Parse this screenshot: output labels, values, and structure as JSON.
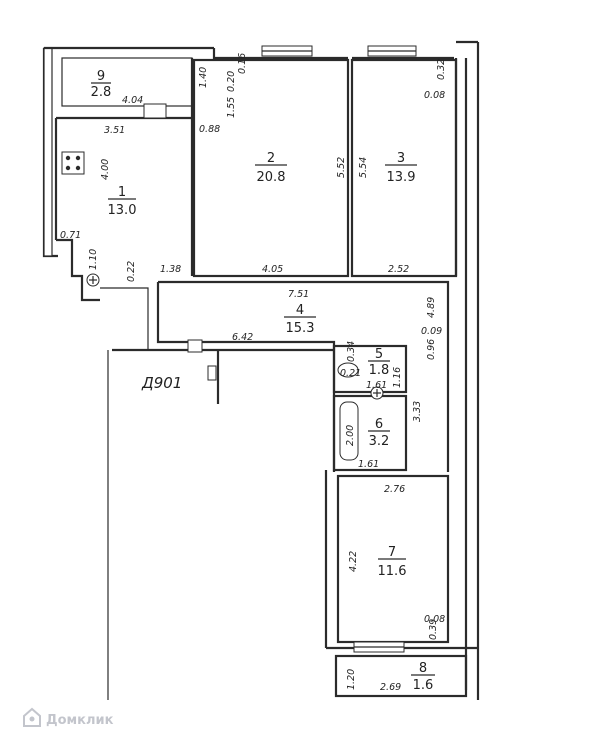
{
  "rooms": [
    {
      "number": "1",
      "area": "13.0"
    },
    {
      "number": "2",
      "area": "20.8"
    },
    {
      "number": "3",
      "area": "13.9"
    },
    {
      "number": "4",
      "area": "15.3"
    },
    {
      "number": "5",
      "area": "1.8"
    },
    {
      "number": "6",
      "area": "3.2"
    },
    {
      "number": "7",
      "area": "11.6"
    },
    {
      "number": "8",
      "area": "1.6"
    },
    {
      "number": "9",
      "area": "2.8"
    }
  ],
  "dimensions": {
    "d_1_40": "1.40",
    "d_0_20": "0.20",
    "d_0_16": "0.16",
    "d_1_55": "1.55",
    "d_0_32": "0.32",
    "d_0_08_top": "0.08",
    "d_4_04": "4.04",
    "d_3_51": "3.51",
    "d_0_88": "0.88",
    "d_4_00": "4.00",
    "d_5_52": "5.52",
    "d_5_54": "5.54",
    "d_0_71": "0.71",
    "d_1_10": "1.10",
    "d_0_22": "0.22",
    "d_1_38": "1.38",
    "d_4_05": "4.05",
    "d_2_52": "2.52",
    "d_7_51": "7.51",
    "d_4_89": "4.89",
    "d_0_09": "0.09",
    "d_0_96": "0.96",
    "d_6_42": "6.42",
    "d_0_34": "0.34",
    "d_0_21": "0.21",
    "d_1_61_a": "1.61",
    "d_1_16": "1.16",
    "d_3_33": "3.33",
    "d_2_00": "2.00",
    "d_1_61_b": "1.61",
    "d_2_76": "2.76",
    "d_4_22": "4.22",
    "d_0_08_bot": "0.08",
    "d_0_39": "0.39",
    "d_1_20": "1.20",
    "d_2_69": "2.69"
  },
  "building_code": "Д901",
  "watermark": "Домклик"
}
